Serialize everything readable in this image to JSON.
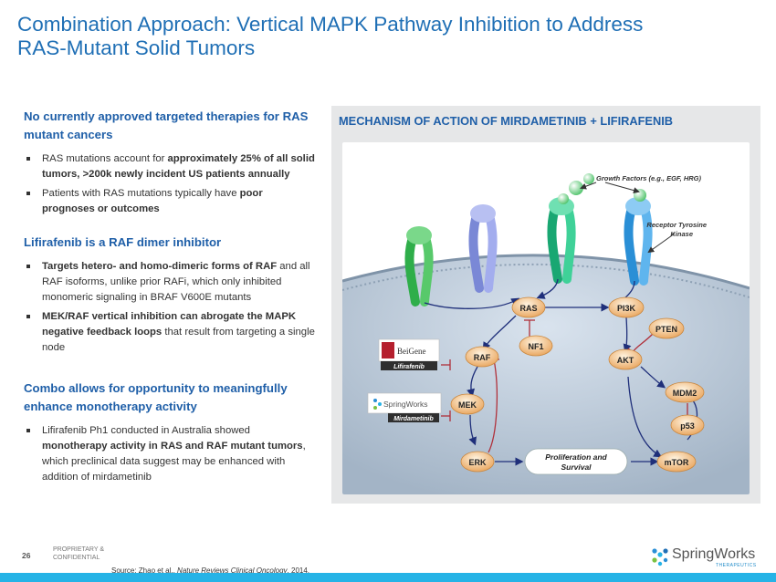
{
  "header": {
    "title_line1": "Combination Approach: Vertical MAPK Pathway Inhibition to Address",
    "title_line2": "RAS-Mutant Solid Tumors"
  },
  "left": {
    "section1": {
      "heading": "No currently approved targeted therapies for RAS mutant cancers",
      "bullets": [
        {
          "pre": "RAS mutations account for ",
          "bold": "approximately 25% of all solid tumors, >200k newly incident US patients annually",
          "post": ""
        },
        {
          "pre": "Patients with RAS mutations typically have ",
          "bold": "poor prognoses or outcomes",
          "post": ""
        }
      ]
    },
    "section2": {
      "heading": "Lifirafenib is a RAF dimer inhibitor",
      "bullets": [
        {
          "pre": "",
          "bold": "Targets hetero- and homo-dimeric forms of RAF",
          "post": " and all RAF isoforms, unlike prior RAFi, which only inhibited monomeric signaling in BRAF V600E mutants"
        },
        {
          "pre": "",
          "bold": "MEK/RAF vertical inhibition can abrogate the MAPK negative feedback loops",
          "post": " that result from targeting a single node"
        }
      ]
    },
    "section3": {
      "heading": "Combo allows for opportunity to meaningfully enhance monotherapy activity",
      "bullets": [
        {
          "pre": "Lifirafenib Ph1 conducted in Australia showed ",
          "bold": "monotherapy activity in RAS and RAF mutant tumors",
          "post": ", which preclinical data suggest may be enhanced with addition of mirdametinib"
        }
      ]
    }
  },
  "panel": {
    "title": "MECHANISM OF ACTION OF MIRDAMETINIB + LIFIRAFENIB",
    "diagram": {
      "growth_factors_label": "Growth Factors (e.g., EGF, HRG)",
      "receptor_label_line1": "Receptor Tyrosine",
      "receptor_label_line2": "Kinase",
      "nodes": {
        "ras": "RAS",
        "pi3k": "PI3K",
        "nf1": "NF1",
        "raf": "RAF",
        "pten": "PTEN",
        "akt": "AKT",
        "mek": "MEK",
        "mdm2": "MDM2",
        "p53": "p53",
        "erk": "ERK",
        "mtor": "mTOR"
      },
      "proliferation_line1": "Proliferation and",
      "proliferation_line2": "Survival",
      "beigene_logo": "BeiGene",
      "lifirafenib_label": "Lifirafenib",
      "springworks_logo": "SpringWorks",
      "mirdametinib_label": "Mirdametinib"
    }
  },
  "footer": {
    "page_number": "26",
    "proprietary_line1": "PROPRIETARY &",
    "proprietary_line2": "CONFIDENTIAL",
    "source_pre": "Source: Zhao et al., ",
    "source_journal": "Nature Reviews Clinical Oncology",
    "source_post": ", 2014.",
    "logo_text": "SpringWorks",
    "logo_sub": "THERAPEUTICS"
  },
  "colors": {
    "title_blue": "#1f6fb5",
    "heading_blue": "#1f5fa8",
    "accent_cyan": "#26b3e6",
    "node_orange": "#e8a35a",
    "inhibit_red": "#b0303a"
  }
}
